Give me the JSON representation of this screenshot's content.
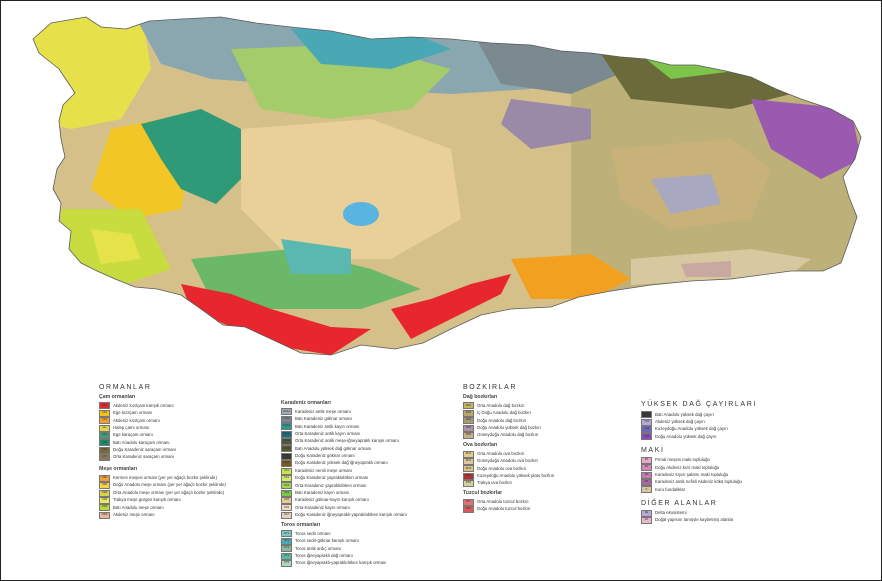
{
  "legend": {
    "ormanlar": {
      "title": "ORMANLAR",
      "cam": {
        "title": "Çam ormanları",
        "items": [
          {
            "code": "ÇK1",
            "label": "Akdeniz kızılçam karışık ormanı",
            "color": "#e8262e"
          },
          {
            "code": "ÇK2",
            "label": "Ege kızılçam ormanı",
            "color": "#f2c418"
          },
          {
            "code": "ÇK3",
            "label": "Akdeniz kızılçam ormanı",
            "color": "#f0a030"
          },
          {
            "code": "ÇH",
            "label": "Halep çamı ormanı",
            "color": "#e0d84a"
          },
          {
            "code": "ÇK4",
            "label": "Ege karaçam ormanı",
            "color": "#3f9e76"
          },
          {
            "code": "ÇK5",
            "label": "Batı Anadolu karaçam ormanı",
            "color": "#1f8a6a"
          },
          {
            "code": "ÇK6",
            "label": "Doğu Karadeniz saraçam ormanı",
            "color": "#7a6a3a"
          },
          {
            "code": "ÇK7",
            "label": "Orta Karadeniz saraçam ormanı",
            "color": "#8a7a5a"
          }
        ]
      },
      "mese": {
        "title": "Meşe ormanları",
        "items": [
          {
            "code": "OM1",
            "label": "Kermes meşesi ormanı (yer yer ağaçlı bozkır şeklinde)",
            "color": "#f2a03a"
          },
          {
            "code": "OM2",
            "label": "Doğu Anadolu meşe ormanı (yer yer ağaçlı bozkır şeklinde)",
            "color": "#f7d24a"
          },
          {
            "code": "OM3",
            "label": "Orta Anadolu meşe ormanı (yer yer ağaçlı bozkır şeklinde)",
            "color": "#d9d24a"
          },
          {
            "code": "OM4",
            "label": "Trakya meşe gürgen karışık ormanı",
            "color": "#e8ea6a"
          },
          {
            "code": "OM5",
            "label": "Batı Anadolu meşe ormanı",
            "color": "#b8d83a"
          },
          {
            "code": "OM6",
            "label": "Akdeniz meşe ormanı",
            "color": "#e8b49a"
          }
        ]
      }
    },
    "karadeniz": {
      "title": "Karadeniz ormanları",
      "items": [
        {
          "code": "OKA1",
          "label": "Karadeniz antik meşe ormanı",
          "color": "#a4aab4"
        },
        {
          "code": "OKA2",
          "label": "Batı Karadeniz göknar ormanı",
          "color": "#7c8794"
        },
        {
          "code": "OKA3",
          "label": "Batı Karadeniz antik kayın ormanı",
          "color": "#2a9a8c"
        },
        {
          "code": "OKA4",
          "label": "Orta Karadeniz antik kayın ormanı",
          "color": "#1b6e78"
        },
        {
          "code": "OKA5",
          "label": "Orta Karadeniz antik meşe-iğneyapraklı karışık ormanı",
          "color": "#4a5a44"
        },
        {
          "code": "OKA6",
          "label": "Batı Anadolu yüksek dağ göknar ormanı",
          "color": "#5a5a2e"
        },
        {
          "code": "OKA7",
          "label": "Doğu Karadeniz göknar ormanı",
          "color": "#3a3a30"
        },
        {
          "code": "OKA8",
          "label": "Doğu Karadeniz yüksek dağ iğneyapraklı ormanı",
          "color": "#7a5a20"
        },
        {
          "code": "OK1",
          "label": "Karadeniz nemli meşe ormanı",
          "color": "#c8e64a"
        },
        {
          "code": "OK2",
          "label": "Doğu Karadeniz yapraklıdöken ormanı",
          "color": "#d6ea6a"
        },
        {
          "code": "OK3",
          "label": "Orta Karadeniz yapraklıdöken ormanı",
          "color": "#a6d450"
        },
        {
          "code": "OK4",
          "label": "Batı Karadeniz kayın ormanı",
          "color": "#7ac84a"
        },
        {
          "code": "OK5",
          "label": "Karadeniz göknar-kayın karışık ormanı",
          "color": "#e8ca96"
        },
        {
          "code": "OK6",
          "label": "Orta Karadeniz kayın ormanı",
          "color": "#f0dcc0"
        },
        {
          "code": "OK7",
          "label": "Doğu Karadeniz iğneyapraklı-yapraklıdöken karışık ormanı",
          "color": "#e6d2b8"
        }
      ]
    },
    "toros": {
      "title": "Toros ormanları",
      "items": [
        {
          "code": "OT1",
          "label": "Toros sedir ormanı",
          "color": "#7ac8c0"
        },
        {
          "code": "OT2",
          "label": "Toros sedir-göknar karışık ormanı",
          "color": "#4aa8b0"
        },
        {
          "code": "OT3",
          "label": "Toros antik ardıç ormanı",
          "color": "#8ab89a"
        },
        {
          "code": "OT4",
          "label": "Toros iğneyapraklı dağ ormanı",
          "color": "#5ab8a0"
        },
        {
          "code": "OT5",
          "label": "Toros iğneyapraklı-yapraklıdöken karışık ormanı",
          "color": "#aad8c0"
        }
      ]
    },
    "bozkirlar": {
      "title": "BOZKIRLAR",
      "dag": {
        "title": "Dağ bozkırları",
        "items": [
          {
            "code": "BD1",
            "label": "Orta Anadolu dağ bozkırı",
            "color": "#c8b468"
          },
          {
            "code": "BD2",
            "label": "İç Doğu Anadolu dağ bozkırı",
            "color": "#b8a86a"
          },
          {
            "code": "BD3",
            "label": "Doğu Anadolu dağ bozkırı",
            "color": "#a89a70"
          },
          {
            "code": "BD4",
            "label": "Doğu Anadolu yüksek dağ bozkırı",
            "color": "#b490a8"
          },
          {
            "code": "BD5",
            "label": "Güneydoğu Anadolu dağ bozkırı",
            "color": "#c8b088"
          }
        ]
      },
      "ova": {
        "title": "Ova bozkırları",
        "items": [
          {
            "code": "BO1",
            "label": "Orta Anadolu ova bozkırı",
            "color": "#e6cc88"
          },
          {
            "code": "BO2",
            "label": "Güneydoğu Anadolu ova bozkırı",
            "color": "#dcc8a0"
          },
          {
            "code": "BO3",
            "label": "Doğu Anadolu ova bozkırı",
            "color": "#d8c080"
          },
          {
            "code": "BO4",
            "label": "Kuzeydoğu Anadolu yüksek plato bozkırı",
            "color": "#b43030"
          },
          {
            "code": "BTR",
            "label": "Trakya ova bozkırı",
            "color": "#d2d29a"
          }
        ]
      },
      "tuzcul": {
        "title": "Tuzcul bozkırlar",
        "items": [
          {
            "code": "BT1",
            "label": "Orta Anadolu tuzcul bozkırı",
            "color": "#e87070"
          },
          {
            "code": "BT2",
            "label": "Doğu Anadolu tuzcul bozkırı",
            "color": "#d85a5a"
          }
        ]
      }
    },
    "yuksek": {
      "title": "YÜKSEK DAĞ ÇAYIRLARI",
      "items": [
        {
          "code": "YD1",
          "label": "Batı Anadolu yüksek dağ çayırı",
          "color": "#3a3a3a"
        },
        {
          "code": "YD2",
          "label": "Akdeniz yüksek dağ çayırı",
          "color": "#b8a8d8"
        },
        {
          "code": "YD3",
          "label": "Kuzeydoğu Anadolu yüksek dağ çayırı",
          "color": "#6a6ab8"
        },
        {
          "code": "YD4",
          "label": "Doğu Anadolu yüksek dağ çayırı",
          "color": "#8a4ab8"
        }
      ]
    },
    "maki": {
      "title": "MAKİ",
      "items": [
        {
          "code": "M1",
          "label": "Pırnal meşesi maki topluluğu",
          "color": "#e8a8c8"
        },
        {
          "code": "M2",
          "label": "Doğu Akdeniz kızıl maki topluluğu",
          "color": "#d888b8"
        },
        {
          "code": "M3",
          "label": "Karadeniz kıyısı şalamı maki topluluğu",
          "color": "#c878b0"
        },
        {
          "code": "M4",
          "label": "Karadeniz antik nefisli Akdeniz kökü topluluğu",
          "color": "#a868a0"
        },
        {
          "code": "K",
          "label": "Kuru fundalıklar",
          "color": "#d8c8a0"
        }
      ]
    },
    "diger": {
      "title": "DİĞER ALANLAR",
      "items": [
        {
          "code": "DE",
          "label": "Delta ekosistemi",
          "color": "#b8a8d8"
        },
        {
          "code": "DA",
          "label": "Doğal yapısını tümüyle kaybetmiş alanlar",
          "color": "#e8b8c8"
        }
      ]
    }
  }
}
